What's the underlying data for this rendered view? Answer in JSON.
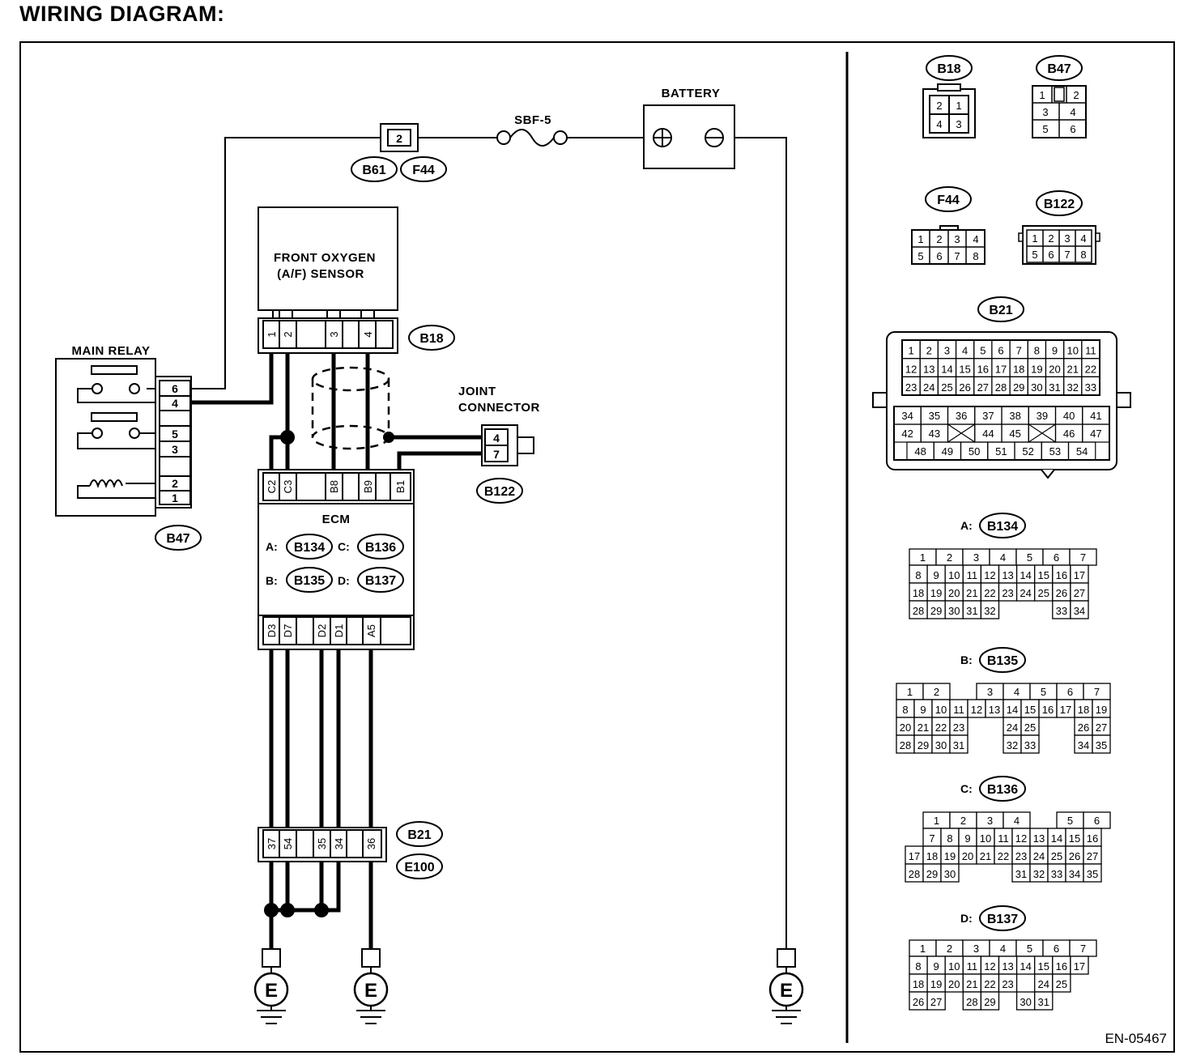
{
  "title": "WIRING DIAGRAM:",
  "figure_id": "EN-05467",
  "labels": {
    "battery": "BATTERY",
    "fuse": "SBF-5",
    "sensor_line1": "FRONT OXYGEN",
    "sensor_line2": "(A/F) SENSOR",
    "main_relay": "MAIN RELAY",
    "joint_line1": "JOINT",
    "joint_line2": "CONNECTOR",
    "ecm": "ECM",
    "ground": "E"
  },
  "connector_tags": {
    "b61": "B61",
    "f44": "F44",
    "b18": "B18",
    "b47": "B47",
    "b122": "B122",
    "b21": "B21",
    "e100": "E100",
    "b134": "B134",
    "b135": "B135",
    "b136": "B136",
    "b137": "B137"
  },
  "ecm_prefixes": {
    "a": "A:",
    "b": "B:",
    "c": "C:",
    "d": "D:"
  },
  "pins": {
    "fuse_box": "2",
    "sensor": [
      "1",
      "2",
      "3",
      "4"
    ],
    "relay": [
      "6",
      "4",
      "5",
      "3",
      "2",
      "1"
    ],
    "joint": [
      "4",
      "7"
    ],
    "ecm_top": [
      "C2",
      "C3",
      "B8",
      "B9",
      "B1"
    ],
    "ecm_bottom": [
      "D3",
      "D7",
      "D2",
      "D1",
      "A5"
    ],
    "b21_conn": [
      "37",
      "54",
      "35",
      "34",
      "36"
    ]
  },
  "face_views": {
    "b18": {
      "title": "B18",
      "rows": [
        [
          "2",
          "1"
        ],
        [
          "4",
          "3"
        ]
      ]
    },
    "b47": {
      "title": "B47",
      "rows": [
        [
          "1",
          "",
          "2"
        ],
        [
          "3",
          "4"
        ],
        [
          "5",
          "6"
        ]
      ]
    },
    "f44": {
      "title": "F44",
      "rows": [
        [
          "1",
          "2",
          "3",
          "4"
        ],
        [
          "5",
          "6",
          "7",
          "8"
        ]
      ]
    },
    "b122": {
      "title": "B122",
      "rows": [
        [
          "1",
          "2",
          "3",
          "4"
        ],
        [
          "5",
          "6",
          "7",
          "8"
        ]
      ]
    },
    "b21": {
      "title": "B21",
      "top_rows": [
        [
          "1",
          "2",
          "3",
          "4",
          "5",
          "6",
          "7",
          "8",
          "9",
          "10",
          "11"
        ],
        [
          "12",
          "13",
          "14",
          "15",
          "16",
          "17",
          "18",
          "19",
          "20",
          "21",
          "22"
        ],
        [
          "23",
          "24",
          "25",
          "26",
          "27",
          "28",
          "29",
          "30",
          "31",
          "32",
          "33"
        ]
      ],
      "bottom_rows": [
        [
          "34",
          "35",
          "36",
          "37",
          "38",
          "39",
          "40",
          "41"
        ],
        [
          "42",
          "43",
          "",
          "44",
          "45",
          "",
          "46",
          "47"
        ],
        [
          "48",
          "49",
          "50",
          "51",
          "52",
          "53",
          "54"
        ]
      ]
    },
    "a": {
      "prefix": "A:",
      "title": "B134",
      "rows": [
        [
          "1",
          "2",
          "3",
          "4",
          "5",
          "6",
          "7"
        ],
        [
          "8",
          "9",
          "10",
          "11",
          "12",
          "13",
          "14",
          "15",
          "16",
          "17"
        ],
        [
          "18",
          "19",
          "20",
          "21",
          "22",
          "23",
          "24",
          "25",
          "26",
          "27"
        ],
        [
          "28",
          "29",
          "30",
          "31",
          "32",
          "",
          "",
          "",
          "33",
          "34"
        ]
      ]
    },
    "b": {
      "prefix": "B:",
      "title": "B135",
      "rows": [
        [
          "1",
          "2",
          "",
          "3",
          "4",
          "5",
          "6",
          "7"
        ],
        [
          "8",
          "9",
          "10",
          "11",
          "12",
          "13",
          "14",
          "15",
          "16",
          "17",
          "18",
          "19"
        ],
        [
          "20",
          "21",
          "22",
          "23",
          "",
          "",
          "24",
          "25",
          "",
          "",
          "26",
          "27"
        ],
        [
          "28",
          "29",
          "30",
          "31",
          "",
          "",
          "32",
          "33",
          "",
          "",
          "34",
          "35"
        ]
      ]
    },
    "c": {
      "prefix": "C:",
      "title": "B136",
      "rows": [
        [
          "1",
          "2",
          "3",
          "4",
          "",
          "5",
          "6"
        ],
        [
          "7",
          "8",
          "9",
          "10",
          "11",
          "12",
          "13",
          "14",
          "15",
          "16"
        ],
        [
          "17",
          "18",
          "19",
          "20",
          "21",
          "22",
          "23",
          "24",
          "25",
          "26",
          "27"
        ],
        [
          "28",
          "29",
          "30",
          "",
          "",
          "",
          "31",
          "32",
          "33",
          "34",
          "35"
        ]
      ]
    },
    "d": {
      "prefix": "D:",
      "title": "B137",
      "rows": [
        [
          "1",
          "2",
          "3",
          "4",
          "5",
          "6",
          "7"
        ],
        [
          "8",
          "9",
          "10",
          "11",
          "12",
          "13",
          "14",
          "15",
          "16",
          "17"
        ],
        [
          "18",
          "19",
          "20",
          "21",
          "22",
          "23",
          "",
          "24",
          "25"
        ],
        [
          "26",
          "27",
          "",
          "28",
          "29",
          "",
          "30",
          "31"
        ]
      ]
    }
  }
}
